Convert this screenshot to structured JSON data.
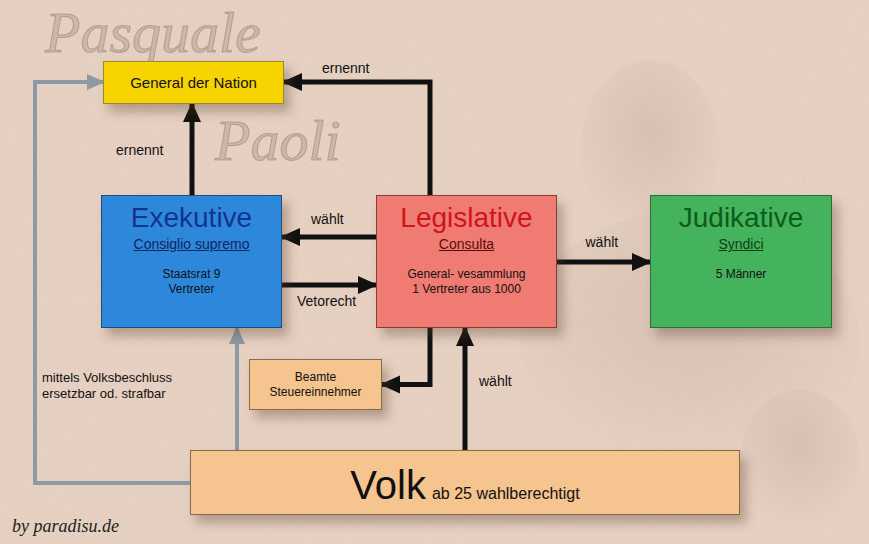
{
  "diagram": {
    "nodes": [
      {
        "text": [
          "General der Nation"
        ]
      },
      {
        "text": [
          "Exekutive",
          "Consiglio supremo",
          "Staatsrat 9 Vertreter"
        ]
      },
      {
        "text": [
          "Legislative",
          "Consulta",
          "General- vesammlung 1 Vertreter aus 1000"
        ]
      },
      {
        "text": [
          "Judikative",
          "Syndici",
          "5 Männer"
        ]
      },
      {
        "text": [
          "Beamte Steuereinnehmer"
        ]
      },
      {
        "text": [
          "Volk",
          "ab 25 wahlberechtigt"
        ]
      }
    ],
    "edges": [
      {
        "from": 1,
        "to": 0,
        "label": "ernennt",
        "arrow": "to"
      },
      {
        "from": 2,
        "to": 0,
        "label": "ernennt",
        "arrow": "to"
      },
      {
        "from": 2,
        "to": 1,
        "label": "wählt",
        "arrow": "to"
      },
      {
        "from": 1,
        "to": 2,
        "label": "Vetorecht",
        "arrow": "to"
      },
      {
        "from": 2,
        "to": 3,
        "label": "wählt",
        "arrow": "to"
      },
      {
        "from": 2,
        "to": 4,
        "arrow": "to"
      },
      {
        "from": 5,
        "to": 2,
        "label": "wählt",
        "arrow": "to"
      },
      {
        "from": 5,
        "to": 1,
        "label": "mittels Volksbeschluss ersetzbar od. strafbar",
        "arrow": "to"
      },
      {
        "from": 5,
        "to": 0,
        "arrow": "to"
      }
    ],
    "labels": [
      "Pasquale",
      "Paoli",
      "by paradisu.de"
    ]
  }
}
